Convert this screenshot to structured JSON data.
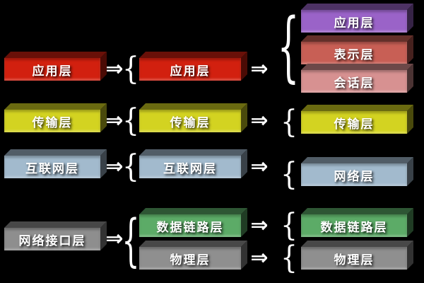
{
  "background": "#000000",
  "text_color": "#ffffff",
  "glyphs": {
    "arrow": "⇒",
    "brace": "{"
  },
  "left_column": {
    "boxes": [
      {
        "label": "应用层",
        "color": "#d2200f"
      },
      {
        "label": "传输层",
        "color": "#d3d321"
      },
      {
        "label": "互联网层",
        "color": "#a2bacd"
      },
      {
        "label": "网络接口层",
        "color": "#8e8e8e"
      }
    ]
  },
  "middle_column": {
    "boxes": [
      {
        "label": "应用层",
        "color": "#d2200f"
      },
      {
        "label": "传输层",
        "color": "#d3d321"
      },
      {
        "label": "互联网层",
        "color": "#a2bacd"
      },
      {
        "label": "数据链路层",
        "color": "#5cab67"
      },
      {
        "label": "物理层",
        "color": "#8f8f8f"
      }
    ]
  },
  "right_column": {
    "boxes": [
      {
        "label": "应用层",
        "color": "#9a63c8"
      },
      {
        "label": "表示层",
        "color": "#c85f55"
      },
      {
        "label": "会话层",
        "color": "#d79191"
      },
      {
        "label": "传输层",
        "color": "#d3d321"
      },
      {
        "label": "网络层",
        "color": "#a2bacd"
      },
      {
        "label": "数据链路层",
        "color": "#5cab67"
      },
      {
        "label": "物理层",
        "color": "#8f8f8f"
      }
    ]
  }
}
